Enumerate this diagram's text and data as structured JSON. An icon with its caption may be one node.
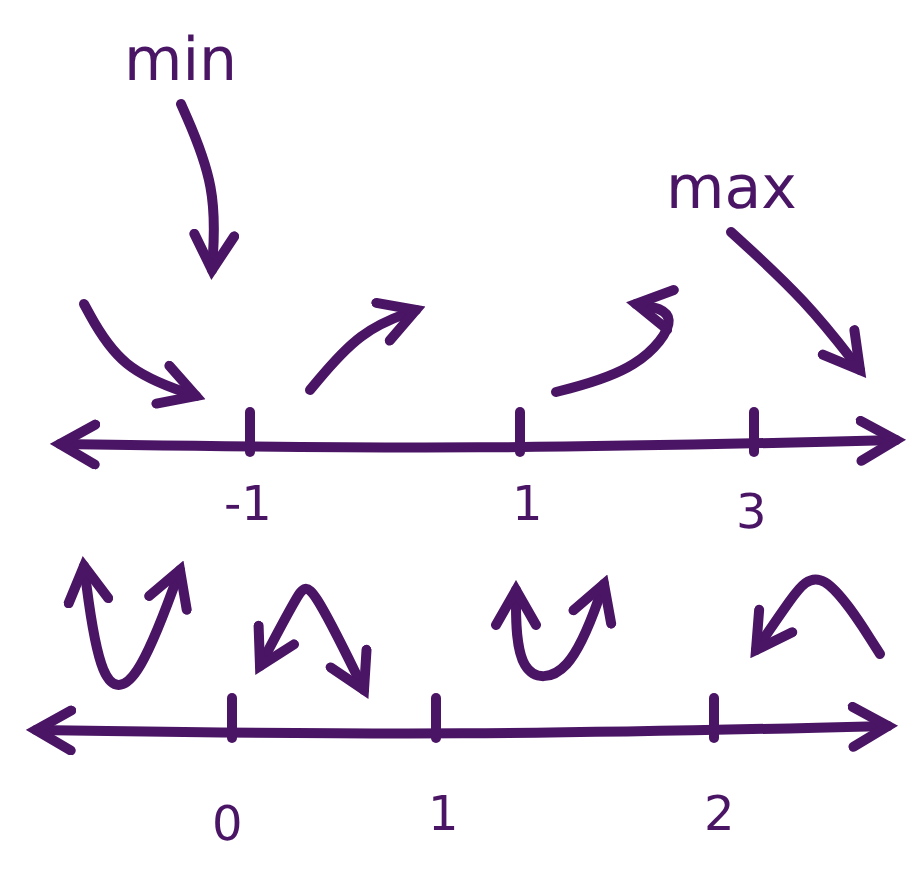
{
  "diagram": {
    "nodes": [
      {
        "text": [
          "min"
        ]
      },
      {
        "text": [
          "max"
        ]
      }
    ],
    "edges": [
      {
        "from": 0,
        "to": null,
        "arrow": "to"
      },
      {
        "from": 1,
        "to": null,
        "arrow": "to"
      }
    ],
    "labels": [
      "-1",
      "1",
      "3",
      "0",
      "1",
      "2"
    ]
  }
}
